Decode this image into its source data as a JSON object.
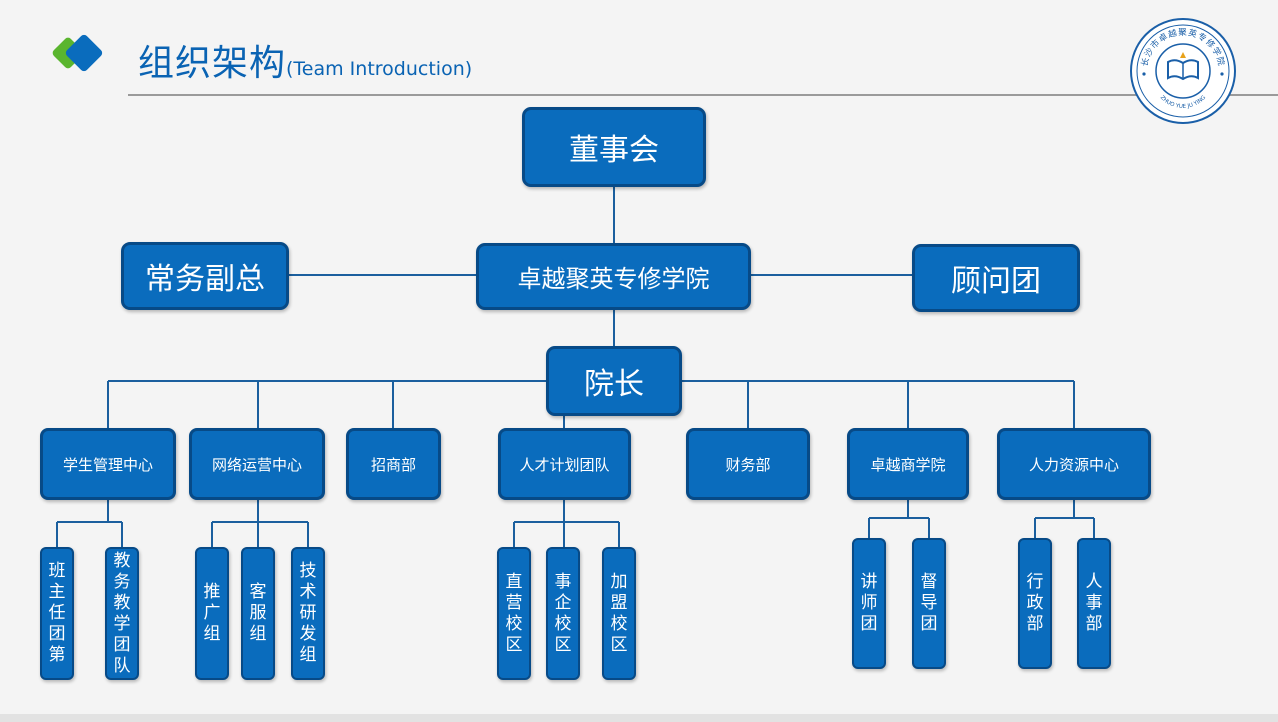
{
  "header": {
    "title": "组织架构",
    "subtitle": "(Team Introduction)",
    "accent_color": "#0a63b3",
    "logo_colors": [
      "#5ab52e",
      "#0a6cbd"
    ],
    "logo_icon": "diamond-logo-icon"
  },
  "seal": {
    "icon": "school-seal-book-icon",
    "arc_text_top": "长沙市卓越聚英专修学院",
    "arc_text_bottom": "ZHUO YUE JU YING"
  },
  "org": {
    "board": "董事会",
    "vice_president": "常务副总",
    "school": "卓越聚英专修学院",
    "advisors": "顾问团",
    "dean": "院长",
    "departments": [
      {
        "name": "学生管理中心",
        "teams": [
          "班主任团第",
          "教务教学团队"
        ]
      },
      {
        "name": "网络运营中心",
        "teams": [
          "推广组",
          "客服组",
          "技术研发组"
        ]
      },
      {
        "name": "招商部",
        "teams": []
      },
      {
        "name": "人才计划团队",
        "teams": [
          "直营校区",
          "事企校区",
          "加盟校区"
        ]
      },
      {
        "name": "财务部",
        "teams": []
      },
      {
        "name": "卓越商学院",
        "teams": [
          "讲师团",
          "督导团"
        ]
      },
      {
        "name": "人力资源中心",
        "teams": [
          "行政部",
          "人事部"
        ]
      }
    ]
  },
  "colors": {
    "node_fill": "#0a6cbd",
    "node_border": "#074a87",
    "connector": "#1b5f9e",
    "text": "#ffffff"
  }
}
